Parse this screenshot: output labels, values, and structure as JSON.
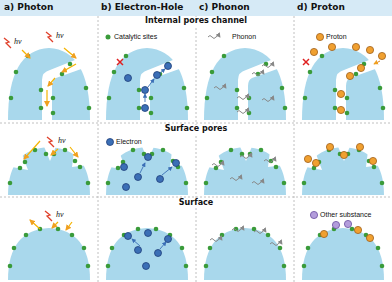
{
  "diagram": {
    "labels": [
      "a) Photon",
      "b) Electron-Hole",
      "c) Phonon",
      "d) Proton",
      "Internal pores channel",
      "hν",
      "hν",
      "Catalytic sites",
      "Phonon",
      "Proton",
      "Surface pores",
      "hν",
      "Electron",
      "Surface",
      "hν",
      "Other substance"
    ]
  }
}
